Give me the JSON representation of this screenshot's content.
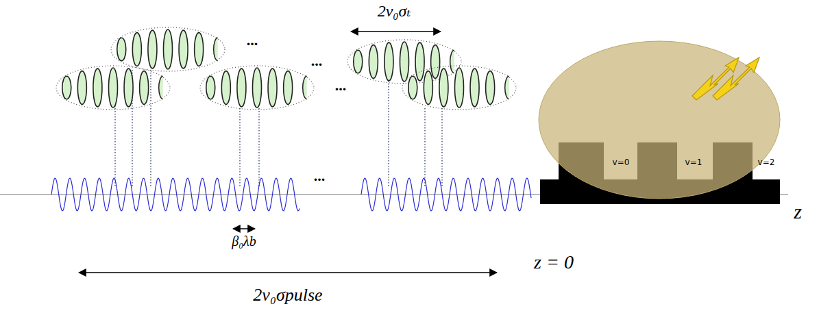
{
  "diagram": {
    "labels": [
      "2v₀σₜ",
      "...",
      "...",
      "...",
      "...",
      "β₀λb",
      "2v₀σpulse",
      "z = 0",
      "z",
      "v=0",
      "v=1",
      "v=2"
    ]
  }
}
